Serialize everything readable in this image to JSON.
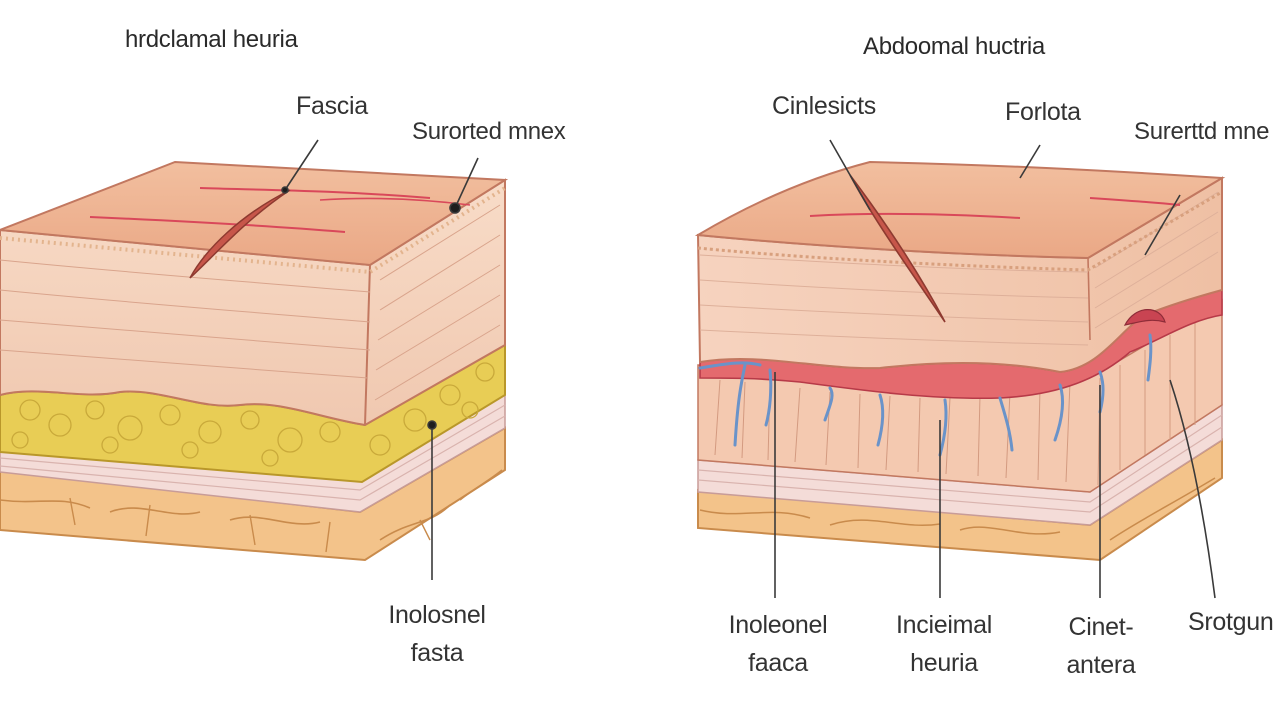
{
  "colors": {
    "skin_top": "#f0b493",
    "skin_side": "#f7d6c2",
    "skin_line": "#c27860",
    "fat_yellow": "#e8cd55",
    "fat_outline": "#b9972a",
    "fascia_pink": "#f4dcd8",
    "muscle_base": "#f3c38a",
    "muscle_line": "#c98b4c",
    "hernia_red": "#d9485a",
    "vessel_blue": "#6a93c9",
    "leader_line": "#3a3a3a"
  },
  "left_diagram": {
    "title": "hrdclamal heuria",
    "labels": {
      "fascia": "Fascia",
      "surgical": "Surorted mnex",
      "bottom_line1": "Inolosnel",
      "bottom_line2": "fasta"
    }
  },
  "right_diagram": {
    "title": "Abdoomal huctria",
    "labels": {
      "top_left": "Cinlesicts",
      "top_mid": "Forlota",
      "top_right": "Surerttd mne",
      "b1_line1": "Inoleonel",
      "b1_line2": "faaca",
      "b2_line1": "Incieimal",
      "b2_line2": "heuria",
      "b3_line1": "Cinet-",
      "b3_line2": "antera",
      "b4": "Srotgun"
    }
  }
}
